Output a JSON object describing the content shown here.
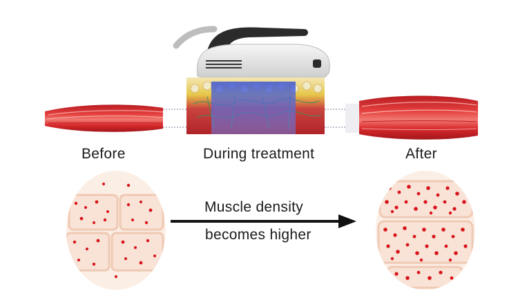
{
  "labels": {
    "before": "Before",
    "during": "During treatment",
    "after": "After"
  },
  "arrow_text": {
    "line1": "Muscle density",
    "line2": "becomes higher"
  },
  "colors": {
    "muscle_red": "#d3262b",
    "fiber_highlight": "#f07a72",
    "cell_fill": "#f9e3d6",
    "cell_border": "#efc9b4",
    "dot_red": "#d8141b",
    "arrow": "#111111",
    "device_body": "#e8e8e8",
    "device_handle": "#2b2b2b",
    "field_blue": "#4b5fd0"
  },
  "icons": {
    "device": "emsculpt-applicator-icon",
    "muscle": "muscle-fiber-icon",
    "arrow": "arrow-right-icon"
  }
}
